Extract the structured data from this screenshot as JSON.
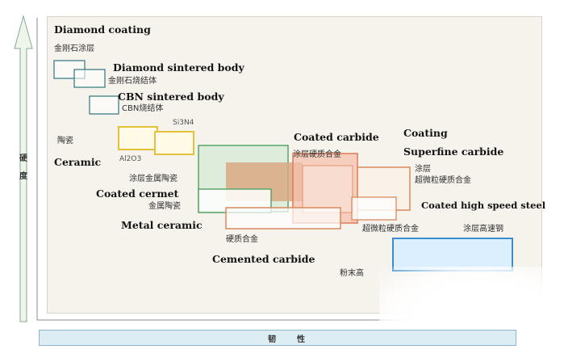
{
  "axes": {
    "y_label_1": "硬",
    "y_label_2": "度",
    "x_label_1": "韧",
    "x_label_2": "性"
  },
  "materials": {
    "diamond_coating": {
      "en": "Diamond coating",
      "zh": "金刚石涂层",
      "color": "#3f7f86"
    },
    "diamond_sintered": {
      "en": "Diamond sintered body",
      "zh": "金刚石烧结体",
      "color": "#3f7f86"
    },
    "cbn_sintered": {
      "en": "CBN sintered body",
      "zh": "CBN烧结体",
      "color": "#3f7f86"
    },
    "ceramic": {
      "en": "Ceramic",
      "zh": "陶瓷",
      "color": "#e3c23a"
    },
    "si3n4": {
      "zh": "Si3N4"
    },
    "al2o3": {
      "zh": "Al2O3"
    },
    "coated_cermet": {
      "en": "Coated cermet",
      "zh": "涂层金属陶瓷",
      "color": "#5aa36a"
    },
    "metal_ceramic": {
      "en": "Metal ceramic",
      "zh": "金属陶瓷",
      "color": "#5aa36a"
    },
    "cemented_carbide": {
      "en": "Cemented carbide",
      "zh": "硬质合金",
      "color": "#d9895a"
    },
    "coated_carbide": {
      "en": "Coated carbide",
      "zh": "涂层硬质合金",
      "color": "#e07a5a"
    },
    "coating_superfine": {
      "en_1": "Coating",
      "en_2": "Superfine carbide",
      "zh_1": "涂层",
      "zh_2": "超微粒硬质合金",
      "color": "#d9895a"
    },
    "superfine_carbide": {
      "zh": "超微粒硬质合金"
    },
    "coated_hss": {
      "en": "Coated high speed steel",
      "zh": "涂层高速钢",
      "color": "#3a8ed0"
    },
    "powder_hss": {
      "zh": "粉末高"
    }
  }
}
